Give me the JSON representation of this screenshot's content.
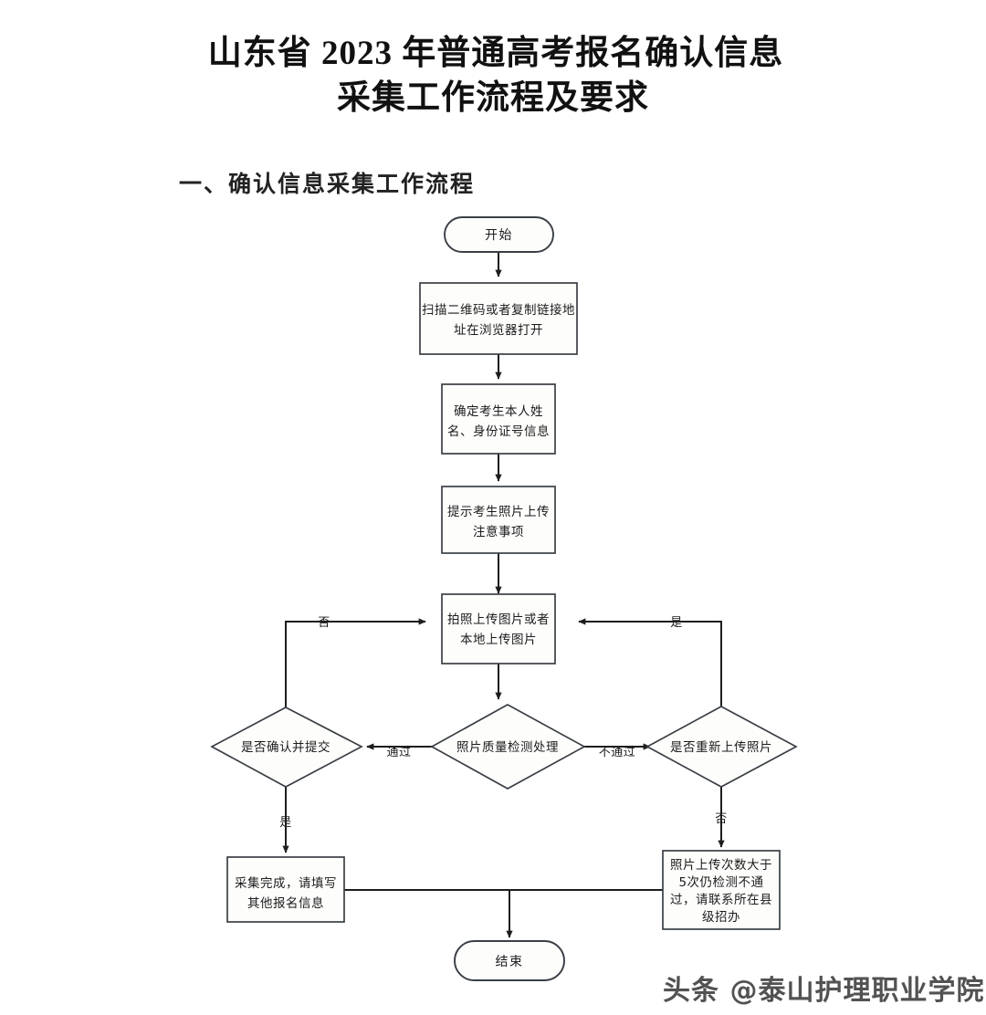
{
  "document": {
    "title_line_1": "山东省 2023 年普通高考报名确认信息",
    "title_line_2": "采集工作流程及要求",
    "section_heading": "一、确认信息采集工作流程",
    "background_color": "#ffffff",
    "line_color": "#1d1d1d",
    "node_fill": "#fdfdfc"
  },
  "watermark": {
    "prefix": "头条",
    "handle": "@泰山护理职业学院"
  },
  "flowchart": {
    "nodes": {
      "start": {
        "label": "开始",
        "type": "terminal"
      },
      "scan": {
        "label_line_1": "扫描二维码或者复制链接地",
        "label_line_2": "址在浏览器打开",
        "type": "process"
      },
      "identity": {
        "label_line_1": "确定考生本人姓",
        "label_line_2": "名、身份证号信息",
        "type": "process"
      },
      "notice": {
        "label_line_1": "提示考生照片上传",
        "label_line_2": "注意事项",
        "type": "process"
      },
      "upload": {
        "label_line_1": "拍照上传图片或者",
        "label_line_2": "本地上传图片",
        "type": "process"
      },
      "quality_check": {
        "label": "照片质量检测处理",
        "type": "decision"
      },
      "confirm_submit": {
        "label": "是否确认并提交",
        "type": "decision"
      },
      "reupload": {
        "label": "是否重新上传照片",
        "type": "decision"
      },
      "complete": {
        "label_line_1": "采集完成，请填写",
        "label_line_2": "其他报名信息",
        "type": "process"
      },
      "contact": {
        "label_line_1": "照片上传次数大于",
        "label_line_2": "5次仍检测不通",
        "label_line_3": "过，请联系所在县",
        "label_line_4": "级招办",
        "type": "process"
      },
      "end": {
        "label": "结束",
        "type": "terminal"
      }
    },
    "edge_labels": {
      "no_left_loop": "否",
      "yes_right_loop": "是",
      "pass": "通过",
      "fail": "不通过",
      "yes_to_complete": "是",
      "no_to_contact": "否"
    }
  }
}
